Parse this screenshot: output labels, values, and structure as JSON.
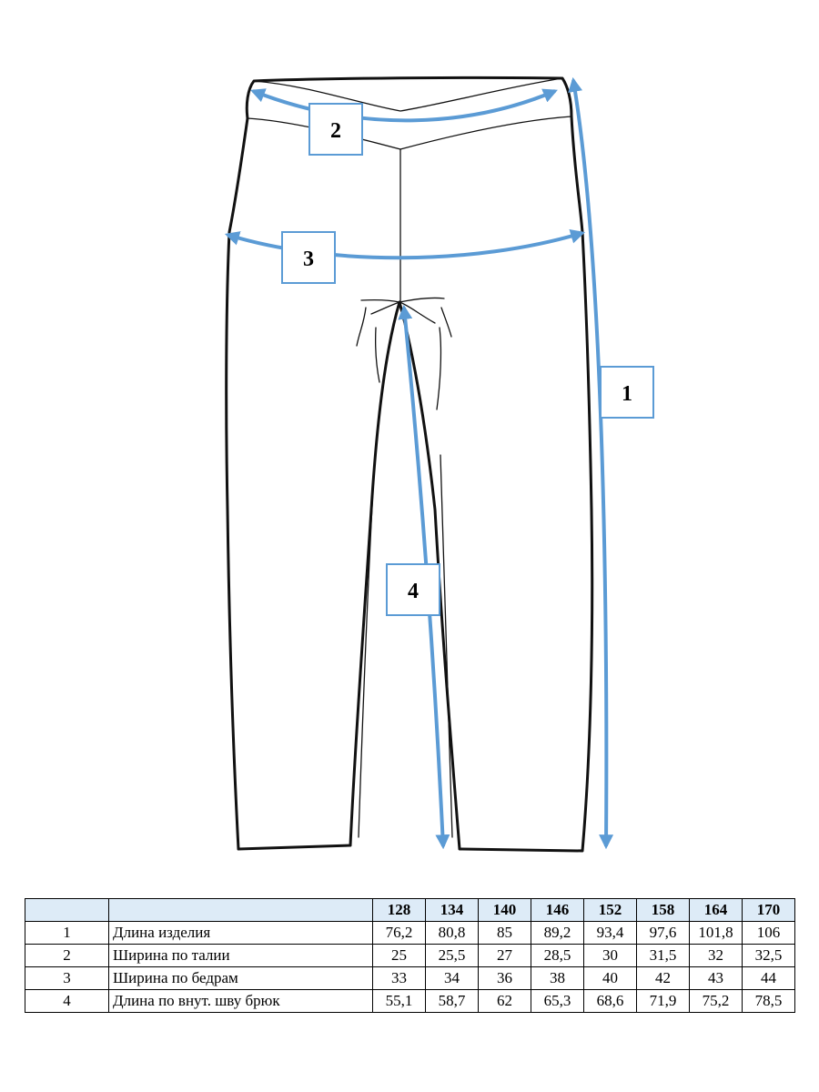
{
  "diagram": {
    "labels": [
      "1",
      "2",
      "3",
      "4"
    ],
    "accent_color": "#5b9bd5",
    "header_fill": "#ddebf7"
  },
  "table": {
    "header_blank_1": "",
    "header_blank_2": "",
    "sizes": [
      "128",
      "134",
      "140",
      "146",
      "152",
      "158",
      "164",
      "170"
    ],
    "rows": [
      {
        "num": "1",
        "name": "Длина изделия",
        "values": [
          "76,2",
          "80,8",
          "85",
          "89,2",
          "93,4",
          "97,6",
          "101,8",
          "106"
        ]
      },
      {
        "num": "2",
        "name": "Ширина по талии",
        "values": [
          "25",
          "25,5",
          "27",
          "28,5",
          "30",
          "31,5",
          "32",
          "32,5"
        ]
      },
      {
        "num": "3",
        "name": "Ширина по бедрам",
        "values": [
          "33",
          "34",
          "36",
          "38",
          "40",
          "42",
          "43",
          "44"
        ]
      },
      {
        "num": "4",
        "name": "Длина по внут. шву брюк",
        "values": [
          "55,1",
          "58,7",
          "62",
          "65,3",
          "68,6",
          "71,9",
          "75,2",
          "78,5"
        ]
      }
    ]
  }
}
